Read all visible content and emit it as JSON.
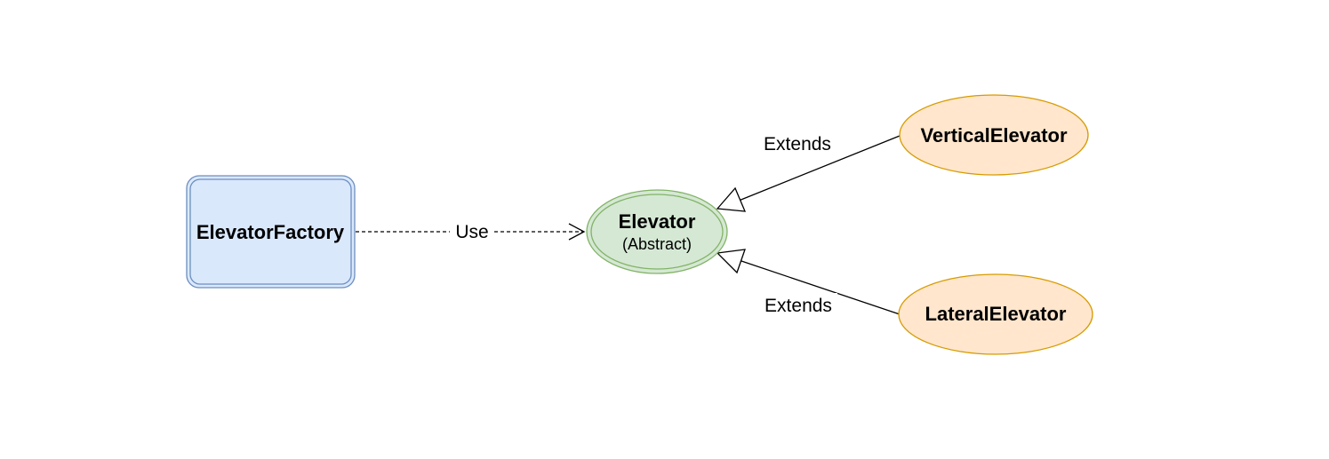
{
  "nodes": {
    "factory": {
      "title": "ElevatorFactory",
      "fill": "#dae8fc",
      "stroke": "#6c8ebf"
    },
    "elevator": {
      "title": "Elevator",
      "subtitle": "(Abstract)",
      "fill": "#d5e8d4",
      "stroke": "#82b366"
    },
    "vertical": {
      "title": "VerticalElevator",
      "fill": "#ffe6cc",
      "stroke": "#d79b00"
    },
    "lateral": {
      "title": "LateralElevator",
      "fill": "#ffe6cc",
      "stroke": "#d79b00"
    }
  },
  "edges": {
    "use": {
      "label": "Use",
      "style": "dashed",
      "arrow": "open"
    },
    "extends_vertical": {
      "label": "Extends",
      "style": "solid",
      "arrow": "hollow-triangle"
    },
    "extends_lateral": {
      "label": "Extends",
      "style": "solid",
      "arrow": "hollow-triangle"
    }
  }
}
